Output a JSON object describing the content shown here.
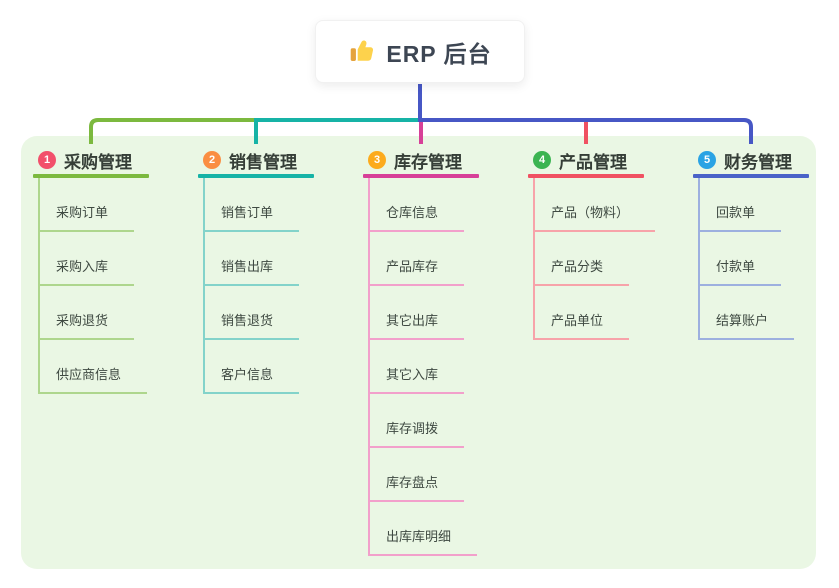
{
  "root": {
    "title": "ERP 后台",
    "icon": "thumbs-up"
  },
  "branches": [
    {
      "badge": "1",
      "label": "采购管理",
      "badge_color": "#f2506b",
      "line_color": "#7cb93f",
      "child_line_color": "#aed68d",
      "children": [
        "采购订单",
        "采购入库",
        "采购退货",
        "供应商信息"
      ]
    },
    {
      "badge": "2",
      "label": "销售管理",
      "badge_color": "#fa8e42",
      "line_color": "#16b3a6",
      "child_line_color": "#83d3ca",
      "children": [
        "销售订单",
        "销售出库",
        "销售退货",
        "客户信息"
      ]
    },
    {
      "badge": "3",
      "label": "库存管理",
      "badge_color": "#fcab1d",
      "line_color": "#d74098",
      "child_line_color": "#f2a0cb",
      "children": [
        "仓库信息",
        "产品库存",
        "其它出库",
        "其它入库",
        "库存调拨",
        "库存盘点",
        "出库库明细"
      ]
    },
    {
      "badge": "4",
      "label": "产品管理",
      "badge_color": "#3bb451",
      "line_color": "#f05162",
      "child_line_color": "#f7a3a9",
      "children": [
        "产品（物料）",
        "产品分类",
        "产品单位"
      ]
    },
    {
      "badge": "5",
      "label": "财务管理",
      "badge_color": "#2aa3e4",
      "line_color": "#4a63c8",
      "child_line_color": "#9db0df",
      "children": [
        "回款单",
        "付款单",
        "结算账户"
      ]
    }
  ],
  "colors": {
    "page_bg": "#ffffff",
    "panel_bg": "#eaf7e4",
    "root_connector": "#4757c5",
    "thumb_hand": "#fdd24c",
    "thumb_sleeve": "#e5a33d"
  }
}
